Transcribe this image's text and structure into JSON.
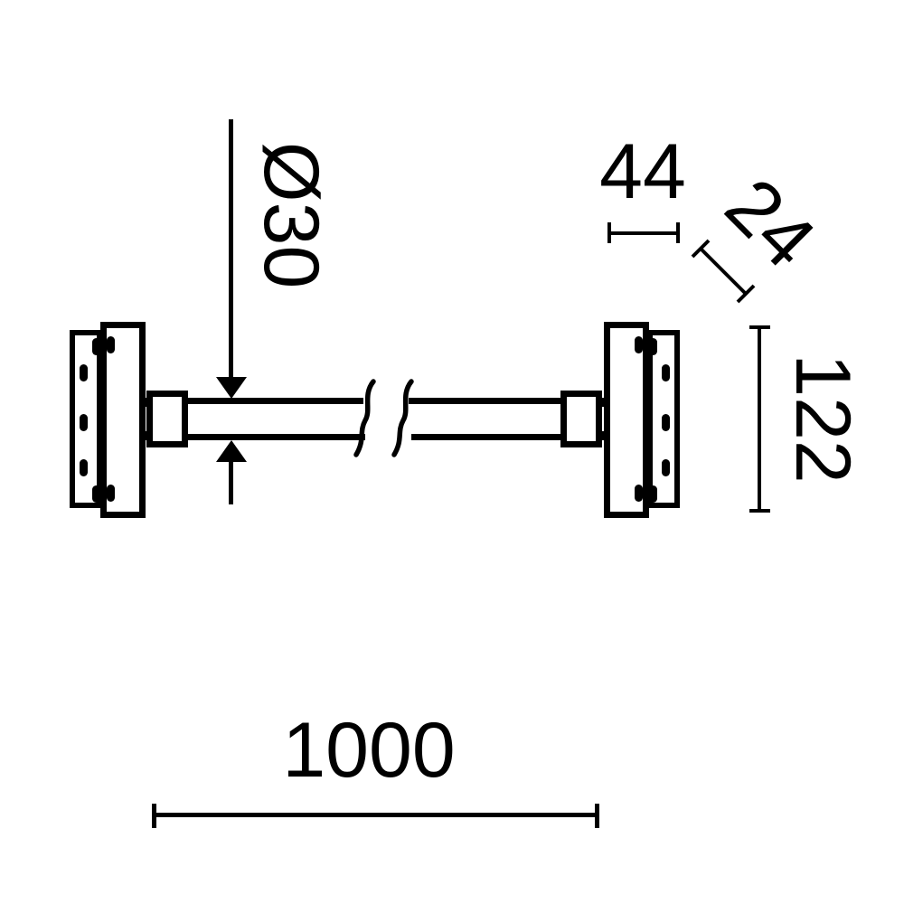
{
  "drawing": {
    "background_color": "#ffffff",
    "line_color": "#000000",
    "dimensions": {
      "tube_diameter": "Ø30",
      "bracket_width": "44",
      "bracket_depth": "24",
      "bracket_height": "122",
      "overall_length": "1000"
    }
  }
}
